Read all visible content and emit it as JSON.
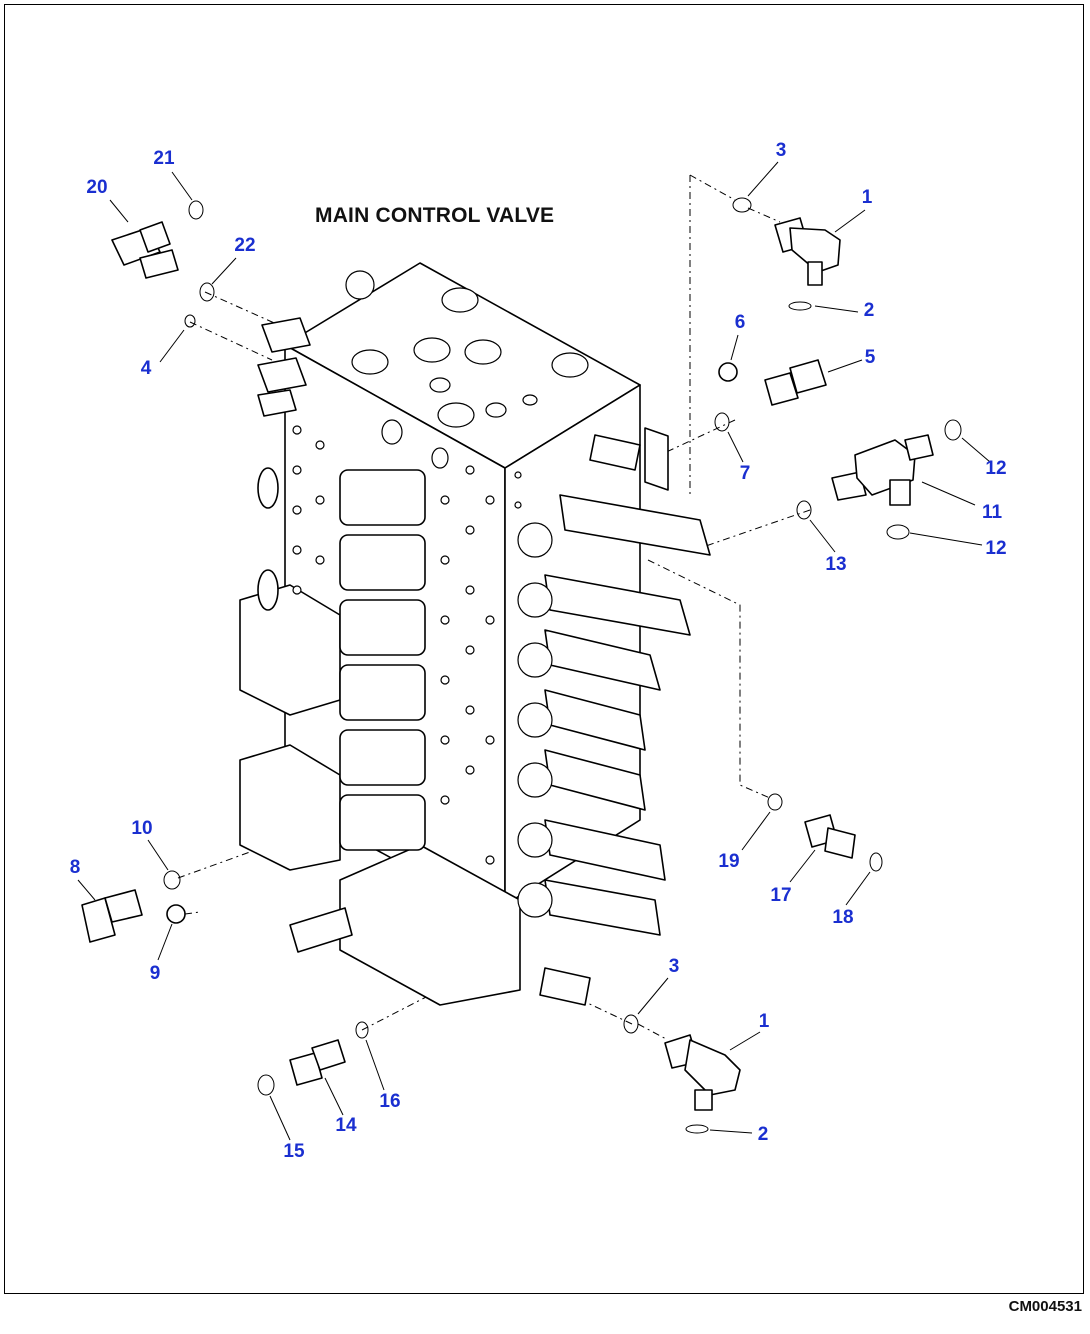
{
  "diagram": {
    "title": "MAIN CONTROL VALVE",
    "drawing_code": "CM004531",
    "callouts": [
      {
        "id": "c20",
        "text": "20"
      },
      {
        "id": "c21",
        "text": "21"
      },
      {
        "id": "c22",
        "text": "22"
      },
      {
        "id": "c4",
        "text": "4"
      },
      {
        "id": "c3a",
        "text": "3"
      },
      {
        "id": "c1a",
        "text": "1"
      },
      {
        "id": "c2a",
        "text": "2"
      },
      {
        "id": "c6",
        "text": "6"
      },
      {
        "id": "c5",
        "text": "5"
      },
      {
        "id": "c7",
        "text": "7"
      },
      {
        "id": "c12a",
        "text": "12"
      },
      {
        "id": "c11",
        "text": "11"
      },
      {
        "id": "c12b",
        "text": "12"
      },
      {
        "id": "c13",
        "text": "13"
      },
      {
        "id": "c10",
        "text": "10"
      },
      {
        "id": "c8",
        "text": "8"
      },
      {
        "id": "c9",
        "text": "9"
      },
      {
        "id": "c19",
        "text": "19"
      },
      {
        "id": "c17",
        "text": "17"
      },
      {
        "id": "c18",
        "text": "18"
      },
      {
        "id": "c3b",
        "text": "3"
      },
      {
        "id": "c1b",
        "text": "1"
      },
      {
        "id": "c16",
        "text": "16"
      },
      {
        "id": "c14",
        "text": "14"
      },
      {
        "id": "c15",
        "text": "15"
      },
      {
        "id": "c2b",
        "text": "2"
      }
    ]
  }
}
